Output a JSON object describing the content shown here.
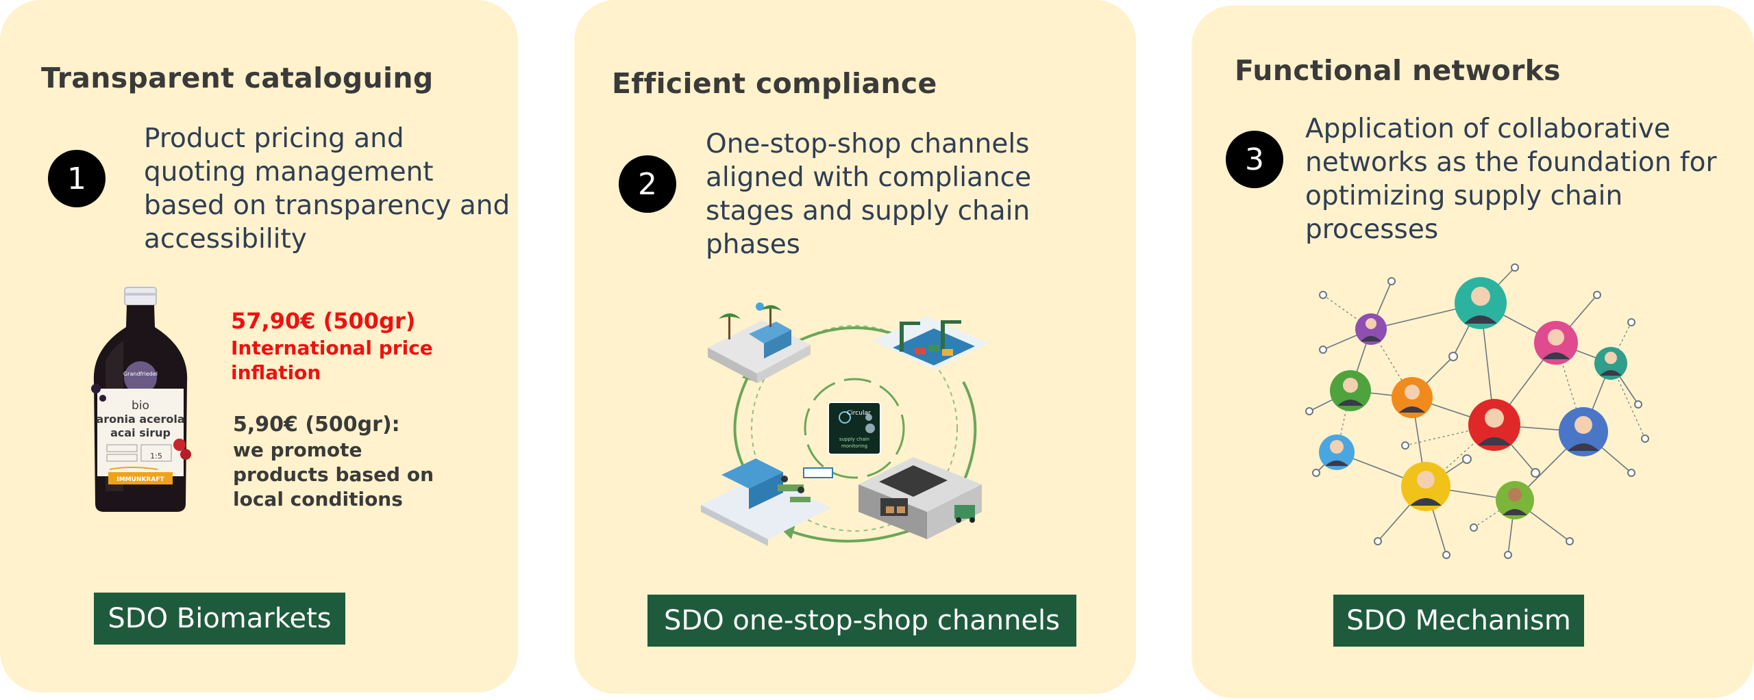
{
  "cards": [
    {
      "title": "Transparent cataloguing",
      "number": "1",
      "description": "Product pricing and\nquoting management\nbased on transparency and\naccessibility",
      "button": "SDO Biomarkets",
      "price_red": {
        "price": "57,90€ (500gr)",
        "note": "International price\ninflation",
        "color": "#ee1111"
      },
      "price_local": {
        "price": "5,90€ (500gr):",
        "note": "we promote\nproducts based on\nlocal conditions",
        "color": "#3a3a3a"
      },
      "bottle": {
        "brand": "Grandfriedel",
        "bio": "bio",
        "line1": "aronia acerola",
        "line2": "acai sirup",
        "ratio": "1:5",
        "band": "IMMUNKRAFT"
      }
    },
    {
      "title": "Efficient compliance",
      "number": "2",
      "description": "One-stop-shop channels\naligned with compliance\nstages and supply chain\nphases",
      "button": "SDO one-stop-shop channels",
      "center_badge": {
        "line1": "Circular",
        "line2": "supply chain",
        "line3": "monitoring"
      }
    },
    {
      "title": "Functional networks",
      "number": "3",
      "description": "Application of collaborative\nnetworks as the foundation for\noptimizing supply chain\nprocesses",
      "button": "SDO Mechanism"
    }
  ],
  "colors": {
    "card_bg": "#fff2cc",
    "button_bg": "#1e5b3c",
    "title_text": "#3a3a3a",
    "description_text": "#2f3e54",
    "accent_red": "#ee1111",
    "cycle_arrow": "#6aa65a"
  }
}
